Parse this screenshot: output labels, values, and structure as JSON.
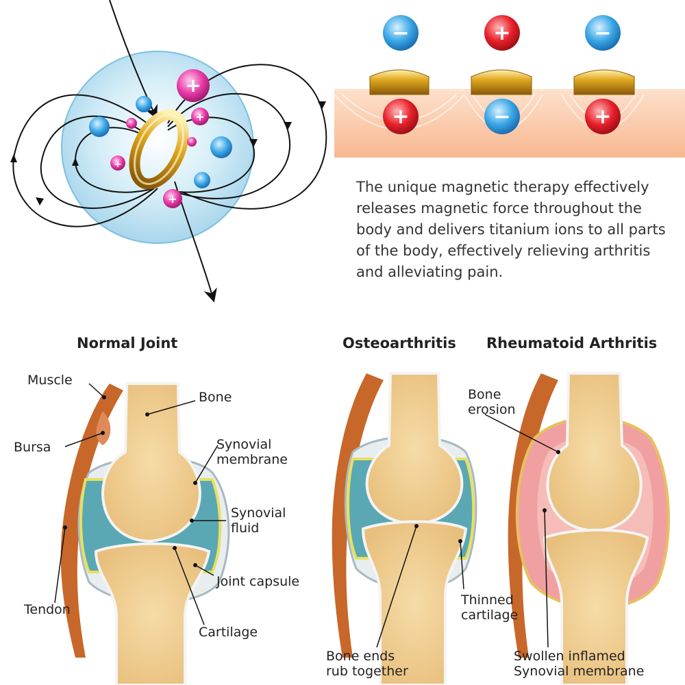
{
  "description": {
    "lines": [
      "The unique magnetic therapy effectively",
      "releases magnetic force throughout the",
      "body and delivers titanium ions to all parts",
      "of the body, effectively relieving arthritis",
      "and alleviating pain."
    ]
  },
  "panels": {
    "normal": {
      "title": "Normal Joint"
    },
    "osteo": {
      "title": "Osteoarthritis"
    },
    "rheumatoid": {
      "title": "Rheumatoid Arthritis"
    }
  },
  "labels": {
    "muscle": "Muscle",
    "bursa": "Bursa",
    "tendon": "Tendon",
    "bone": "Bone",
    "synovial_membrane": [
      "Synovial",
      "membrane"
    ],
    "synovial_fluid": [
      "Synovial",
      "fluid"
    ],
    "joint_capsule": "Joint capsule",
    "cartilage": "Cartilage",
    "bone_ends": [
      "Bone ends",
      "rub together"
    ],
    "thinned_cartilage": [
      "Thinned",
      "cartilage"
    ],
    "bone_erosion": [
      "Bone",
      "erosion"
    ],
    "swollen_membrane": [
      "Swollen inflamed",
      "Synovial membrane"
    ]
  },
  "ions": {
    "plus_symbol": "+",
    "minus_symbol": "−",
    "top_row": [
      "minus",
      "plus",
      "minus"
    ],
    "bottom_row": [
      "plus",
      "minus",
      "plus"
    ]
  },
  "colors": {
    "positive_ion": "#e8202a",
    "negative_ion": "#3aa6e6",
    "pink_ion": "#e83aa6",
    "ring_gold": "#e0a820",
    "skin": "#f6b58e",
    "bone": "#f2d19a",
    "fluid": "#5aa8b4",
    "inflamed": "#f0a0a0"
  }
}
